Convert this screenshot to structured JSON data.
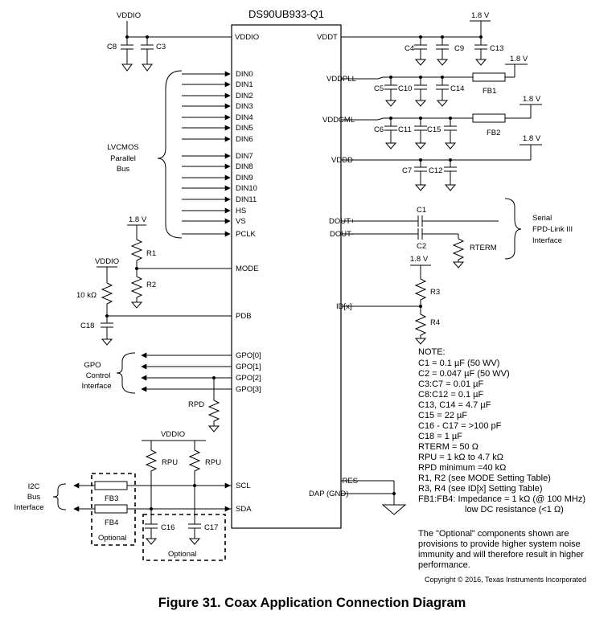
{
  "figure": {
    "chip_name": "DS90UB933-Q1",
    "caption": "Figure 31.  Coax Application Connection Diagram",
    "copyright": "Copyright © 2016, Texas Instruments Incorporated"
  },
  "pins_left": {
    "vddio": "VDDIO",
    "din0": "DIN0",
    "din1": "DIN1",
    "din2": "DIN2",
    "din3": "DIN3",
    "din4": "DIN4",
    "din5": "DIN5",
    "din6": "DIN6",
    "din7": "DIN7",
    "din8": "DIN8",
    "din9": "DIN9",
    "din10": "DIN10",
    "din11": "DIN11",
    "hs": "HS",
    "vs": "VS",
    "pclk": "PCLK",
    "mode": "MODE",
    "pdb": "PDB",
    "gpo0": "GPO[0]",
    "gpo1": "GPO[1]",
    "gpo2": "GPO[2]",
    "gpo3": "GPO[3]",
    "scl": "SCL",
    "sda": "SDA"
  },
  "pins_right": {
    "vddt": "VDDT",
    "vddpll": "VDDPLL",
    "vddcml": "VDDCML",
    "vddd": "VDDD",
    "doutp": "DOUT+",
    "doutm": "DOUT-",
    "idx": "ID[x]",
    "res": "RES",
    "dap": "DAP (GND)"
  },
  "rails": {
    "vddio": "VDDIO",
    "v18": "1.8 V"
  },
  "components": {
    "c1": "C1",
    "c2": "C2",
    "c3": "C3",
    "c4": "C4",
    "c5": "C5",
    "c6": "C6",
    "c7": "C7",
    "c8": "C8",
    "c9": "C9",
    "c10": "C10",
    "c11": "C11",
    "c12": "C12",
    "c13": "C13",
    "c14": "C14",
    "c15": "C15",
    "c16": "C16",
    "c17": "C17",
    "c18": "C18",
    "r1": "R1",
    "r2": "R2",
    "r3": "R3",
    "r4": "R4",
    "fb1": "FB1",
    "fb2": "FB2",
    "fb3": "FB3",
    "fb4": "FB4",
    "rterm": "RTERM",
    "rpd": "RPD",
    "rpu": "RPU",
    "r10k": "10 kΩ"
  },
  "groups": {
    "lvcmos": [
      "LVCMOS",
      "Parallel",
      "Bus"
    ],
    "gpo": [
      "GPO",
      "Control",
      "Interface"
    ],
    "i2c": [
      "I2C",
      "Bus",
      "Interface"
    ],
    "serial": [
      "Serial",
      "FPD-Link III",
      "Interface"
    ],
    "optional": "Optional"
  },
  "notes": {
    "heading": "NOTE:",
    "lines": [
      "C1 = 0.1 µF (50 WV)",
      "C2 = 0.047 µF (50 WV)",
      "C3:C7 = 0.01 µF",
      "C8:C12 = 0.1 µF",
      "C13, C14 = 4.7 µF",
      "C15 = 22 µF",
      "C16 - C17 = >100 pF",
      "C18 = 1 µF",
      "RTERM = 50 Ω",
      "RPU = 1 kΩ to 4.7 kΩ",
      "RPD minimum =40 kΩ",
      "R1, R2 (see MODE Setting Table)",
      "R3, R4 (see ID[x] Setting Table)",
      "FB1:FB4: Impedance = 1 kΩ (@ 100 MHz)",
      "low DC resistance (<1 Ω)"
    ],
    "optional_text": [
      "The \"Optional\" components shown are",
      "provisions to provide higher system noise",
      "immunity and will therefore result in higher",
      "performance."
    ]
  }
}
